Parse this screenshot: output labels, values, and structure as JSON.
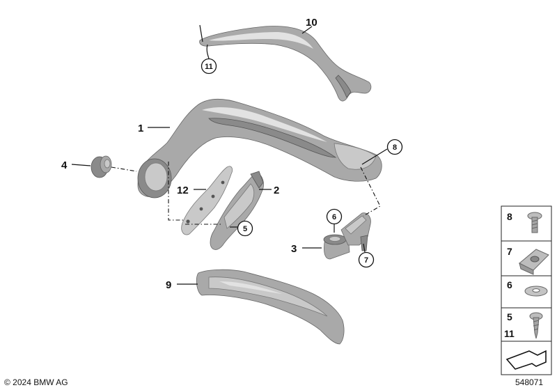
{
  "callouts": {
    "c1": "1",
    "c2": "2",
    "c3": "3",
    "c4": "4",
    "c5": "5",
    "c6": "6",
    "c7": "7",
    "c8": "8",
    "c9": "9",
    "c10": "10",
    "c11": "11",
    "c12": "12"
  },
  "legend": {
    "row1": "8",
    "row2": "7",
    "row3": "6",
    "row4a": "5",
    "row4b": "11"
  },
  "footer": {
    "copyright": "© 2024 BMW AG",
    "diagram_number": "548071"
  }
}
